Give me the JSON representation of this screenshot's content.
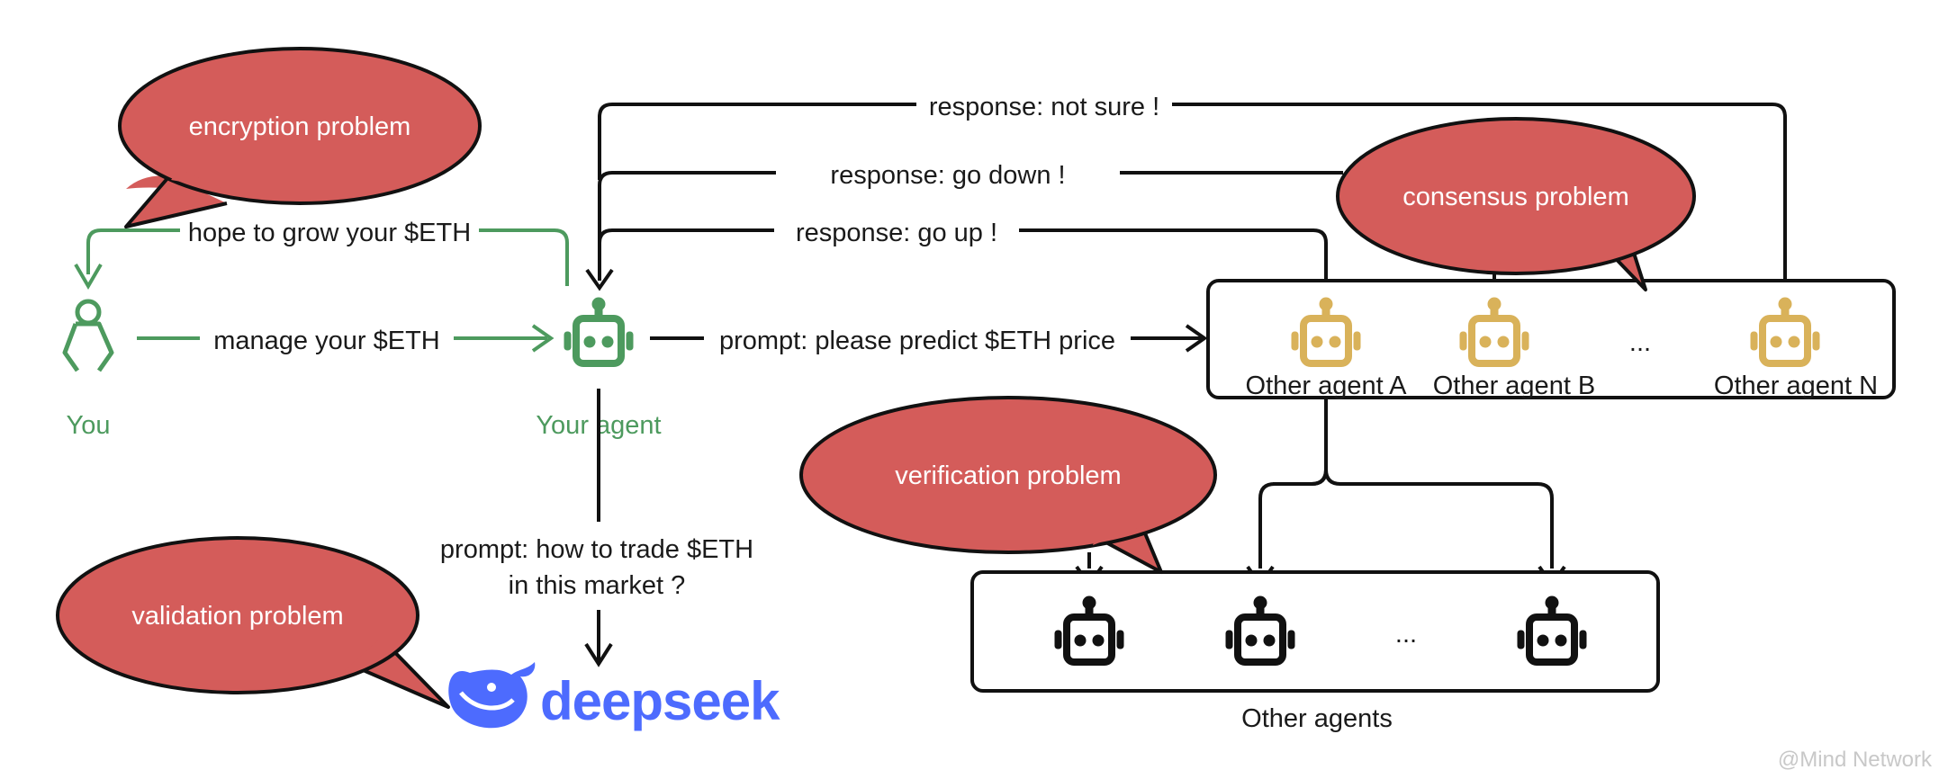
{
  "actors": {
    "you": "You",
    "your_agent": "Your agent"
  },
  "flows": {
    "hope": "hope to grow your $ETH",
    "manage": "manage your $ETH",
    "prompt_predict": "prompt: please predict $ETH price",
    "response_up": "response: go up !",
    "response_down": "response: go down !",
    "response_unsure": "response: not sure !",
    "prompt_trade_line1": "prompt: how to trade $ETH",
    "prompt_trade_line2": "in this market ?"
  },
  "problems": {
    "encryption": "encryption problem",
    "consensus": "consensus problem",
    "verification": "verification problem",
    "validation": "validation problem"
  },
  "other_agents_box": {
    "agent_a": "Other agent A",
    "agent_b": "Other agent B",
    "ellipsis": "...",
    "agent_n": "Other agent N"
  },
  "lower_agents_box": {
    "ellipsis": "...",
    "label": "Other agents"
  },
  "logo": {
    "text": "deepseek"
  },
  "watermark": "@Mind Network",
  "colors": {
    "green": "#4d9a5e",
    "gold": "#d9b25a",
    "bubble": "#d45c5a",
    "deepseek_blue": "#4d6bfe",
    "black": "#111111"
  }
}
